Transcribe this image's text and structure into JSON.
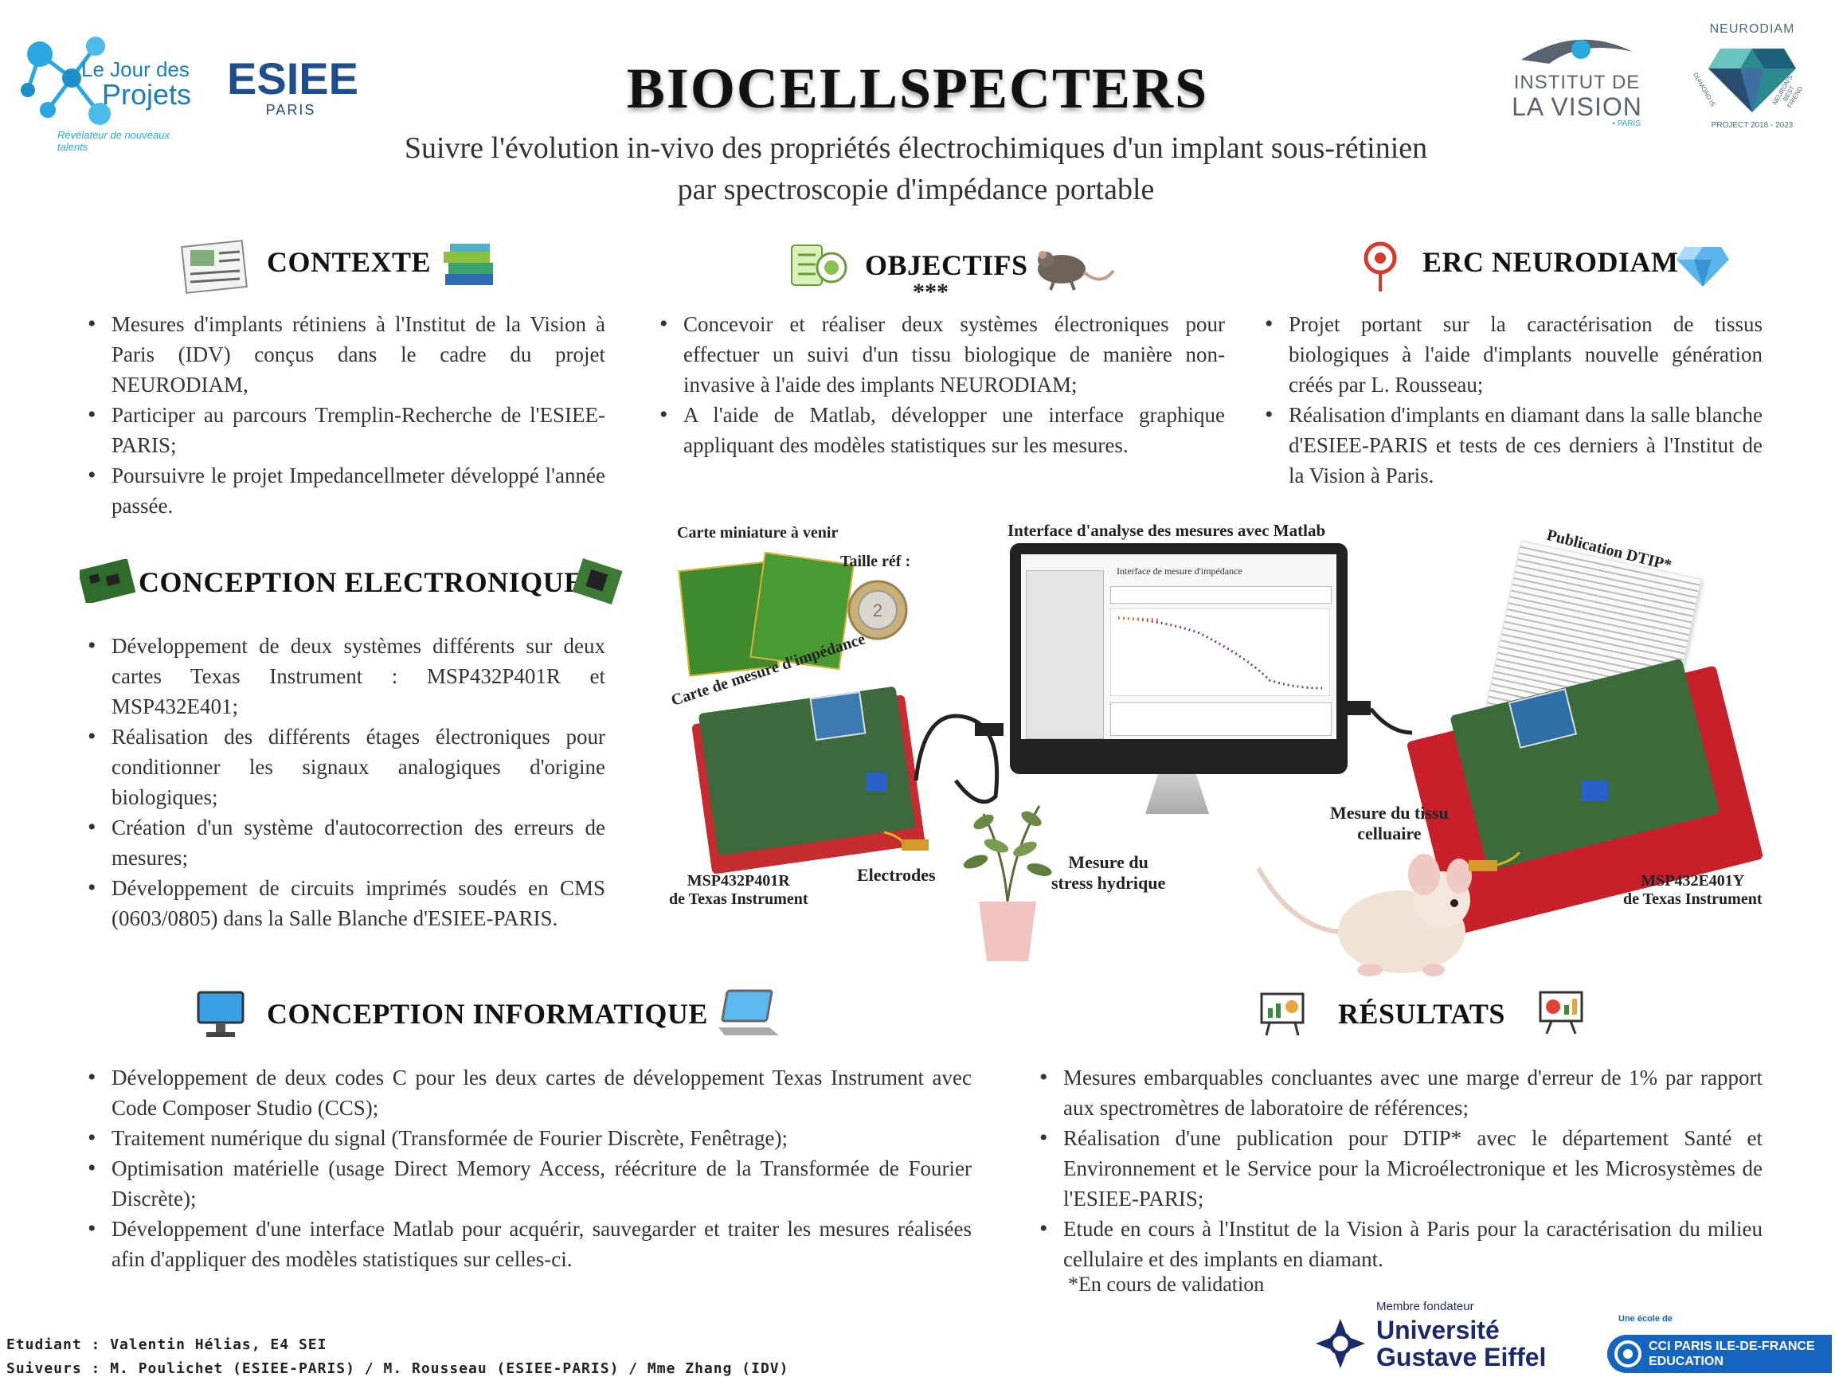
{
  "header": {
    "title": "BIOCELLSPECTERS",
    "subtitle_line1": "Suivre l'évolution in-vivo des propriétés électrochimiques d'un implant sous-rétinien",
    "subtitle_line2": "par spectroscopie d'impédance portable"
  },
  "logos": {
    "jour_line1": "Le Jour des",
    "jour_line2": "Projets",
    "jour_tagline": "Révélateur de nouveaux talents",
    "esiee_name": "ESIEE",
    "esiee_city": "PARIS",
    "idv_line1": "INSTITUT DE",
    "idv_line2": "LA VISION",
    "idv_city": "• PARIS",
    "neurodiam_name": "NEURODIAM",
    "neurodiam_left": "DIAMOND IS",
    "neurodiam_right": "NEURON'S BEST FRIEND",
    "neurodiam_project": "PROJECT 2018 - 2023",
    "ugeiffel_member": "Membre fondateur",
    "ugeiffel_line1": "Université",
    "ugeiffel_line2": "Gustave Eiffel",
    "cci_small": "Une école de",
    "cci_line1": "CCI PARIS ILE-DE-FRANCE",
    "cci_line2": "EDUCATION"
  },
  "contexte": {
    "title": "CONTEXTE",
    "b1": "Mesures d'implants rétiniens à l'Institut de la Vision à Paris (IDV) conçus dans le cadre du projet NEURODIAM,",
    "b2": "Participer au parcours Tremplin-Recherche de l'ESIEE-PARIS;",
    "b3": "Poursuivre le projet Impedancellmeter développé l'année passée."
  },
  "objectifs": {
    "title": "OBJECTIFS",
    "stars": "***",
    "b1": "Concevoir et réaliser deux systèmes électroniques pour effectuer un suivi d'un tissu biologique de manière non-invasive à l'aide des implants NEURODIAM;",
    "b2": "A l'aide de Matlab, développer une interface graphique appliquant des modèles statistiques sur les mesures."
  },
  "erc": {
    "title": "ERC NEURODIAM",
    "b1": "Projet portant sur la caractérisation de tissus biologiques à l'aide d'implants nouvelle génération créés par L. Rousseau;",
    "b2": "Réalisation d'implants en diamant dans la salle blanche d'ESIEE-PARIS et tests de ces derniers à l'Institut de la Vision à Paris."
  },
  "electronique": {
    "title": "CONCEPTION ELECTRONIQUE",
    "b1": "Développement de deux systèmes différents sur deux cartes Texas Instrument : MSP432P401R et MSP432E401;",
    "b2": "Réalisation des différents étages électroniques pour conditionner les signaux analogiques d'origine biologiques;",
    "b3": "Création d'un système d'autocorrection des erreurs de mesures;",
    "b4": "Développement de circuits imprimés soudés en CMS (0603/0805) dans la Salle Blanche d'ESIEE-PARIS."
  },
  "figure": {
    "carte_miniature": "Carte miniature à venir",
    "taille_ref": "Taille réf :",
    "interface_title": "Interface d'analyse des mesures avec Matlab",
    "app_title": "Interface de mesure d'impédance",
    "publication": "Publication DTIP*",
    "carte_mesure": "Carte de mesure d'impédance",
    "electrodes": "Electrodes",
    "stress_line1": "Mesure du",
    "stress_line2": "stress hydrique",
    "tissu_line1": "Mesure du tissu",
    "tissu_line2": "celluaire",
    "msp_left_line1": "MSP432P401R",
    "msp_left_line2": "de Texas Instrument",
    "msp_right_line1": "MSP432E401Y",
    "msp_right_line2": "de Texas Instrument"
  },
  "informatique": {
    "title": "CONCEPTION INFORMATIQUE",
    "b1": "Développement de deux codes C pour les deux cartes de développement Texas Instrument avec Code Composer Studio (CCS);",
    "b2": "Traitement numérique du signal (Transformée de Fourier Discrète, Fenêtrage);",
    "b3": "Optimisation matérielle (usage Direct Memory Access, réécriture de la Transformée de Fourier Discrète);",
    "b4": "Développement d'une interface Matlab pour acquérir, sauvegarder et traiter les mesures réalisées afin d'appliquer des modèles statistiques sur celles-ci."
  },
  "resultats": {
    "title": "RÉSULTATS",
    "b1": "Mesures embarquables concluantes avec une marge d'erreur de 1% par rapport aux spectromètres de laboratoire de références;",
    "b2": "Réalisation d'une publication pour DTIP* avec le département Santé et Environnement et le Service pour la Microélectronique et les Microsystèmes de l'ESIEE-PARIS;",
    "b3": "Etude en cours à l'Institut de la Vision à Paris pour la caractérisation du milieu cellulaire et des implants en diamant.",
    "note": "*En cours de validation"
  },
  "footer": {
    "etudiant": "Etudiant : Valentin Hélias, E4 SEI",
    "suiveurs": "Suiveurs : M. Poulichet (ESIEE-PARIS) / M. Rousseau (ESIEE-PARIS) / Mme Zhang (IDV)"
  },
  "colors": {
    "esiee_blue": "#1f4e8c",
    "molecule_blue": "#2aa7e0",
    "pcb_green": "#2f6b2a",
    "ti_red": "#c8202a",
    "eiffel_navy": "#1b2a6b",
    "cci_blue": "#1565c0"
  },
  "icons": [
    "newspaper-icon",
    "books-icon",
    "checklist-target-icon",
    "rat-icon",
    "location-pin-icon",
    "diamond-icon",
    "circuit-board-icon",
    "chip-icon",
    "desktop-monitor-icon",
    "laptop-icon",
    "chart-board-icon",
    "presentation-icon"
  ]
}
